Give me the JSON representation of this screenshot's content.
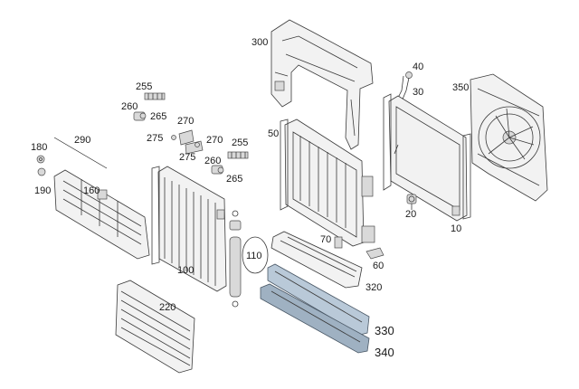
{
  "labels": {
    "p10": "10",
    "p20": "20",
    "p30": "30",
    "p40": "40",
    "p50": "50",
    "p60": "60",
    "p70": "70",
    "p100": "100",
    "p110": "110",
    "p160": "160",
    "p180": "180",
    "p190": "190",
    "p220": "220",
    "p255a": "255",
    "p255b": "255",
    "p260a": "260",
    "p260b": "260",
    "p265a": "265",
    "p265b": "265",
    "p270a": "270",
    "p270b": "270",
    "p275a": "275",
    "p275b": "275",
    "p290": "290",
    "p300": "300",
    "p320": "320",
    "p330": "330",
    "p340": "340",
    "p350": "350"
  },
  "icons": {
    "radiator": "radiator-icon",
    "condenser": "condenser-icon",
    "fan_shroud": "fan-shroud-icon",
    "frame": "radiator-frame-icon",
    "grille": "air-guide-grille-icon",
    "dryer": "receiver-dryer-icon",
    "air_duct": "air-duct-icon"
  },
  "colors": {
    "line": "#3a3a3a",
    "duct_blue": "#b9c9d8"
  }
}
